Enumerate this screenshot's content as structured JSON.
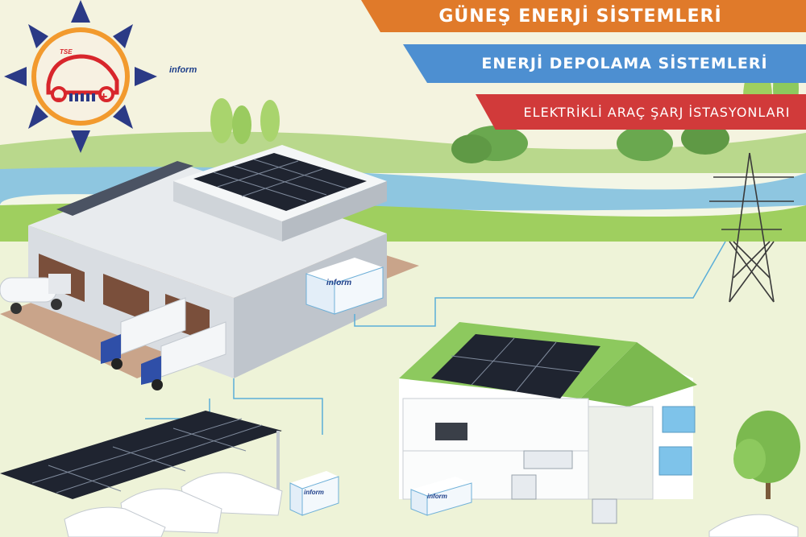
{
  "banners": {
    "solar": "GÜNEŞ ENERJİ SİSTEMLERİ",
    "storage": "ENERJİ DEPOLAMA SİSTEMLERİ",
    "ev_charging": "ELEKTRİKLİ ARAÇ ŞARJ İSTASYONLARI"
  },
  "brand": {
    "name": "inform"
  },
  "logo": {
    "badge_text": "TSE",
    "minus_sign": "−",
    "plus_sign": "+"
  },
  "colors": {
    "solar_banner": "#e07a2a",
    "storage_banner": "#4d8fd1",
    "ev_banner": "#d13a3a",
    "sun_rays": "#2b3a86",
    "sun_circle": "#f29a2e",
    "logo_car": "#d8262c",
    "roof_green": "#8dc95e"
  },
  "icons": [
    "sun-icon",
    "car-battery-icon",
    "power-pylon-icon",
    "battery-storage-icon",
    "solar-panel-icon"
  ]
}
